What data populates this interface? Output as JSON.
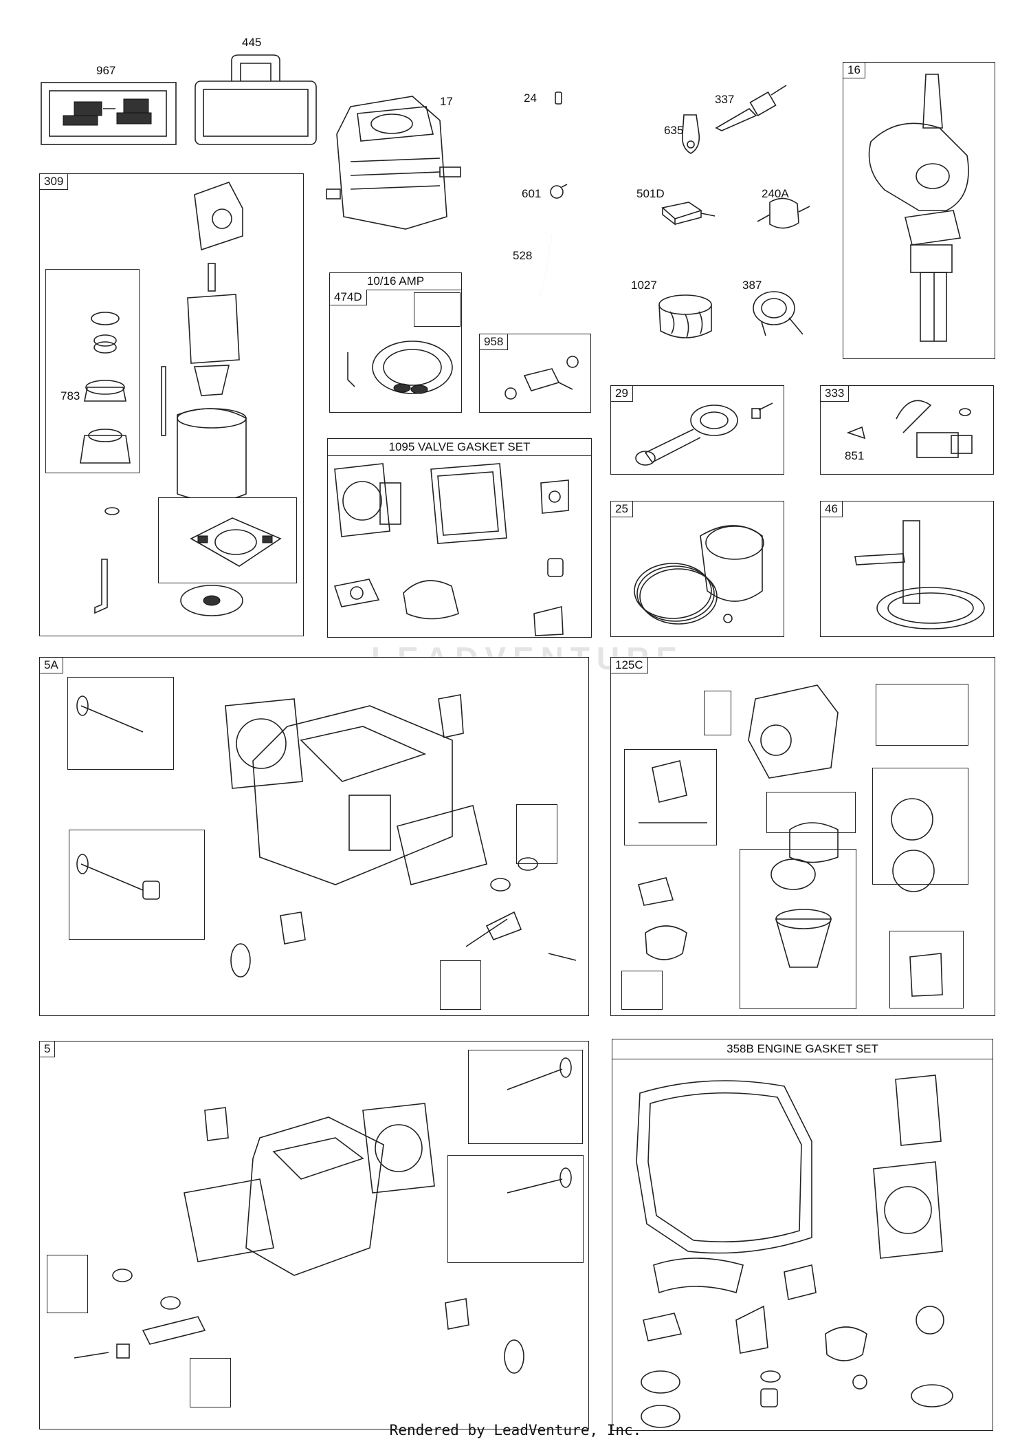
{
  "parts": {
    "p967": "967",
    "p445": "445",
    "p17": "17",
    "p24": "24",
    "p337": "337",
    "p635": "635",
    "p601": "601",
    "p501d": "501D",
    "p240a": "240A",
    "p528": "528",
    "p1027": "1027",
    "p387": "387",
    "p783": "783",
    "p851": "851"
  },
  "boxes": {
    "b16": "16",
    "b309": "309",
    "b474d": "474D",
    "amp_title": "10/16 AMP",
    "b958": "958",
    "b29": "29",
    "b333": "333",
    "valve_gasket_title": "1095 VALVE GASKET SET",
    "b25": "25",
    "b46": "46",
    "b5a": "5A",
    "b125c": "125C",
    "b5": "5",
    "engine_gasket_title": "358B ENGINE GASKET SET"
  },
  "watermark": "LEADVENTURE",
  "footer": "Rendered by LeadVenture, Inc."
}
